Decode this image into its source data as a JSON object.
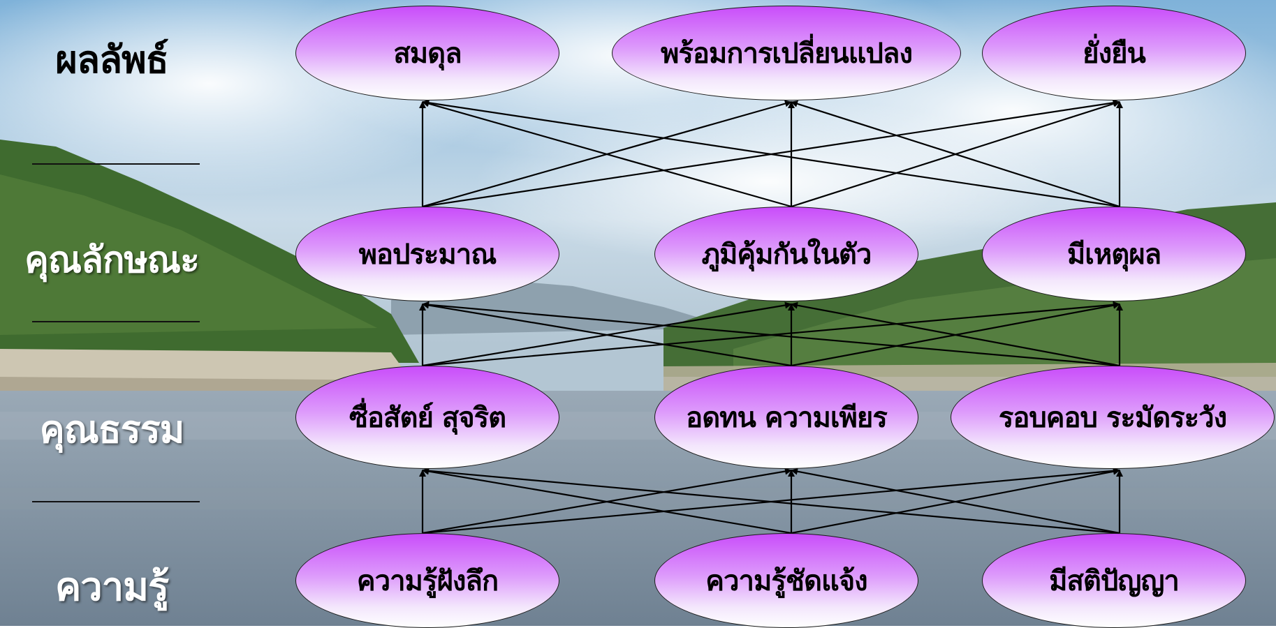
{
  "row_labels": {
    "outcome": "ผลลัพธ์",
    "character": "คุณลักษณะ",
    "virtue": "คุณธรรม",
    "knowledge": "ความรู้"
  },
  "nodes": {
    "outcome": [
      "สมดุล",
      "พร้อมการเปลี่ยนแปลง",
      "ยั่งยืน"
    ],
    "character": [
      "พอประมาณ",
      "ภูมิคุ้มกันในตัว",
      "มีเหตุผล"
    ],
    "virtue": [
      "ซื่อสัตย์ สุจริต",
      "อดทน ความเพียร",
      "รอบคอบ ระมัดระวัง"
    ],
    "knowledge": [
      "ความรู้ฝังลึก",
      "ความรู้ชัดแจ้ง",
      "มีสติปัญญา"
    ]
  },
  "colors": {
    "node_top": "#c94dfa",
    "node_bottom": "#ffffff",
    "edge": "#000000"
  }
}
